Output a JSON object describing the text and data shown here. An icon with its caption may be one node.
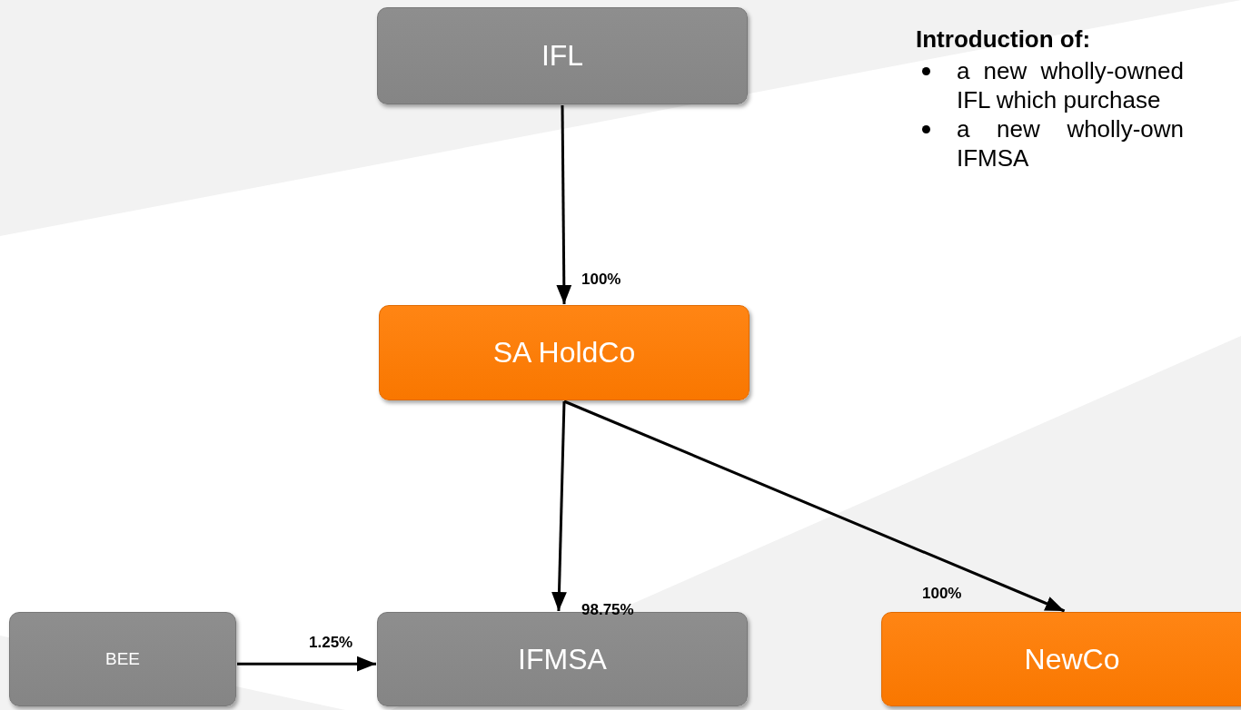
{
  "diagram": {
    "nodes": [
      {
        "text": [
          "IFL"
        ]
      },
      {
        "text": [
          "SA HoldCo"
        ]
      },
      {
        "text": [
          "BEE"
        ]
      },
      {
        "text": [
          "IFMSA"
        ]
      },
      {
        "text": [
          "NewCo"
        ]
      }
    ],
    "edges": [
      {
        "from": 0,
        "to": 1,
        "arrow": "to",
        "label": "100%"
      },
      {
        "from": 1,
        "to": 3,
        "arrow": "to",
        "label": "98.75%"
      },
      {
        "from": 1,
        "to": 4,
        "arrow": "to",
        "label": "100%"
      },
      {
        "from": 2,
        "to": 3,
        "arrow": "to",
        "label": "1.25%"
      }
    ],
    "labels": [
      "Introduction of:",
      "a new wholly-owned IFL which purchase",
      "a new wholly-own IFMSA"
    ]
  }
}
